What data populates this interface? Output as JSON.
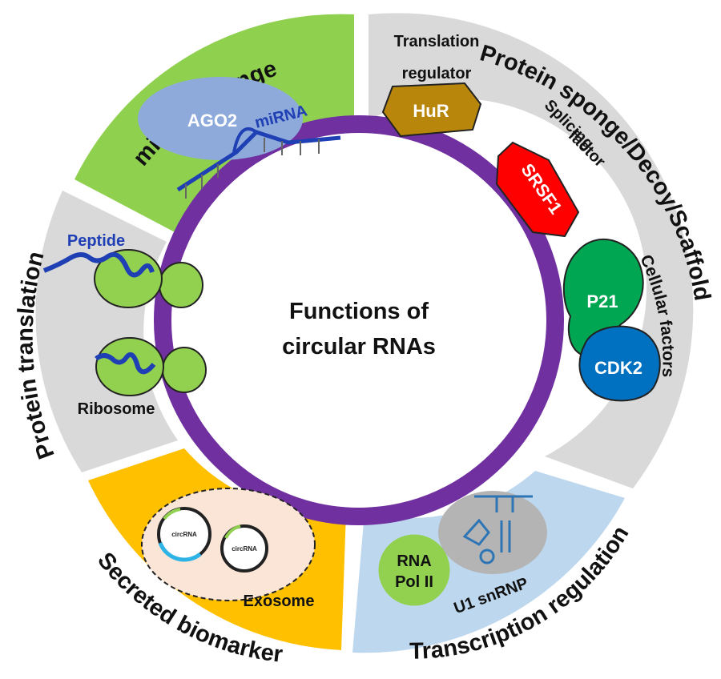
{
  "center_title": [
    "Functions of",
    "circular RNAs"
  ],
  "sectors": {
    "mirna_sponge": "miRNA sponge",
    "protein_sponge": "Protein sponge/Decoy/Scaffold",
    "transcription": "Transcription regulation",
    "biomarker": "Secreted biomarker",
    "translation": "Protein translation"
  },
  "labels": {
    "ago2": "AGO2",
    "mirna": "miRNA",
    "translation_regulator": [
      "Translation",
      "regulator"
    ],
    "hur": "HuR",
    "splicing_factor": [
      "Splicing",
      "factor"
    ],
    "srsf1": "SRSF1",
    "cellular_factors": "Cellular factors",
    "p21": "P21",
    "cdk2": "CDK2",
    "rna_pol": [
      "RNA",
      "Pol II"
    ],
    "u1_snrnp": "U1 snRNP",
    "exosome": "Exosome",
    "circrna": "circRNA",
    "peptide": "Peptide",
    "ribosome": "Ribosome"
  },
  "colors": {
    "ring": "#7030a0",
    "green_sector": "#8fd14f",
    "grey_sector": "#d9d9d9",
    "blue_sector": "#bdd7ee",
    "orange_sector": "#ffc000",
    "hur": "#b8860b",
    "srsf1": "#ff0000",
    "p21": "#00a651",
    "cdk2": "#0070c0",
    "ago2": "#8eaadb",
    "rna_blue": "#1f3fb4",
    "ribosome": "#92d050"
  }
}
